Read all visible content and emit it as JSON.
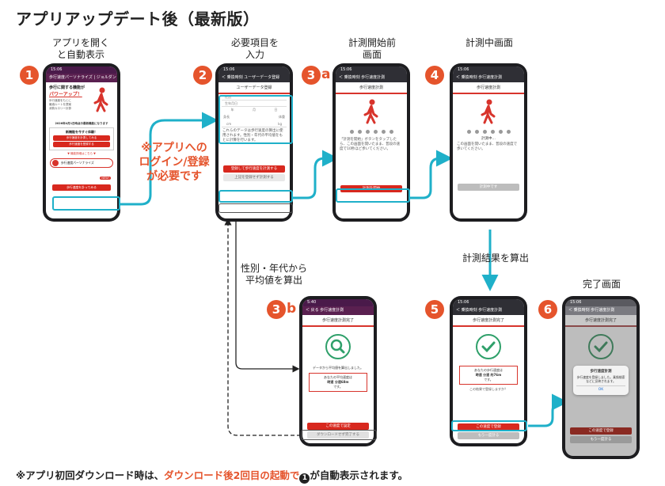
{
  "page": {
    "title": "アプリアップデート後（最新版）"
  },
  "steps": {
    "s1": {
      "badge": "1",
      "caption_l1": "アプリを開く",
      "caption_l2": "と自動表示"
    },
    "s2": {
      "badge": "2",
      "caption_l1": "必要項目を",
      "caption_l2": "入力"
    },
    "s3a": {
      "badge": "3",
      "sub": "a",
      "caption_l1": "計測開始前",
      "caption_l2": "画面"
    },
    "s4": {
      "badge": "4",
      "caption_l1": "計測中画面"
    },
    "s3b": {
      "badge": "3",
      "sub": "b"
    },
    "s5": {
      "badge": "5"
    },
    "s6": {
      "badge": "6",
      "caption_l1": "完了画面"
    }
  },
  "notes": {
    "login_l1": "※アプリへの",
    "login_l2": "ログイン/登録",
    "login_l3": "が必要です",
    "avg_l1": "性別・年代から",
    "avg_l2": "平均値を算出",
    "result": "計測結果を算出"
  },
  "footer": {
    "part1": "※アプリ初回ダウンロード時は、",
    "part2": "ダウンロード後2回目の起動で",
    "part3": "が自動表示されます。",
    "circle": "1"
  },
  "phone1": {
    "status": "15:06",
    "header": "歩行速度パーソナライズ | ジョルダン",
    "promo_l1": "歩行に関する機能が",
    "promo_l2": "パワーアップ！",
    "bullet1": "歩行速度をもとに",
    "bullet2": "最適ルートを提案",
    "bullet3": "消費カロリー計算",
    "date_note": "2026年4月1日時点の最新機能になります",
    "start_box": "新機能を今すぐ体験！",
    "red_btn1": "歩行速度を計測してみる",
    "red_btn2": "歩行速度を登録する",
    "arrow_note": "▼ 機能詳細はこちら ▼",
    "feature_pill": "歩行速度パーソナライズ",
    "new_label": "NEW!",
    "bottom_btn": "歩行速度を計ってみる"
  },
  "phone2": {
    "status": "15:06",
    "header": "＜ 乗換時刻 ユーザーデータ登録",
    "section": "ユーザーデータ登録",
    "field_gender": "性別",
    "field_birth": "生年月日",
    "field_year": "年",
    "field_month": "月",
    "field_day": "日",
    "field_height": "身長",
    "field_weight": "体重",
    "unit_cm": "cm",
    "unit_kg": "kg",
    "body_text": "これらのデータは歩行速度の算出に使用されます。性別・年代の平均値をもとに計算を行います。",
    "red_btn": "登録して歩行速度を計測する",
    "gray_btn": "上記を登録せず計測する"
  },
  "phone3": {
    "status": "15:06",
    "header": "＜ 乗換時刻 歩行速度計測",
    "section": "歩行速度計測",
    "body_text": "「計測を開始」ボタンをタップしたら、この画面を開いたまま、普段の速度で10秒ほど歩いてください。",
    "red_btn": "計測を開始"
  },
  "phone4": {
    "status": "15:06",
    "header": "＜ 乗換時刻 歩行速度計測",
    "section": "歩行速度計測",
    "measuring": "計測中…",
    "body_text": "この画面を開いたまま、普段の速度で歩いてください。",
    "gray_btn": "計測中です"
  },
  "phone3b": {
    "status": "5:40",
    "header": "＜ 戻る 歩行速度計測",
    "section": "歩行速度計測完了",
    "body_text": "データから平均値を算出しました。",
    "result_l1": "あなたの平均速度は",
    "result_l2": "時速 分速68m",
    "result_l3": "です。",
    "red_btn": "この速度で設定",
    "gray_btn": "ダウンロードせず完了する"
  },
  "phone5": {
    "status": "15:06",
    "header": "＜ 乗換時刻 歩行速度計測",
    "section": "歩行速度計測完了",
    "result_l1": "あなたの歩行速度は",
    "result_l2": "時速 分速 的76m",
    "result_l3": "です。",
    "note": "この結果で登録しますか？",
    "red_btn": "この速度で登録",
    "gray_btn": "もう一度計る"
  },
  "phone6": {
    "status": "15:06",
    "header": "＜ 乗換時刻 歩行速度計測",
    "section": "歩行速度計測完了",
    "dialog_title": "歩行速度計測",
    "dialog_body": "歩行速度を登録しました。乗換検索などに反映されます。",
    "dialog_ok": "OK",
    "red_btn": "この速度で登録",
    "gray_btn": "もう一度計る"
  },
  "colors": {
    "accent": "#e5542c",
    "highlight": "#1fb0c9",
    "red_button": "#d8281e",
    "header": "#5a2050"
  },
  "icons": [
    "walking-person-icon",
    "check-icon",
    "magnifier-icon",
    "arrow-icon"
  ]
}
